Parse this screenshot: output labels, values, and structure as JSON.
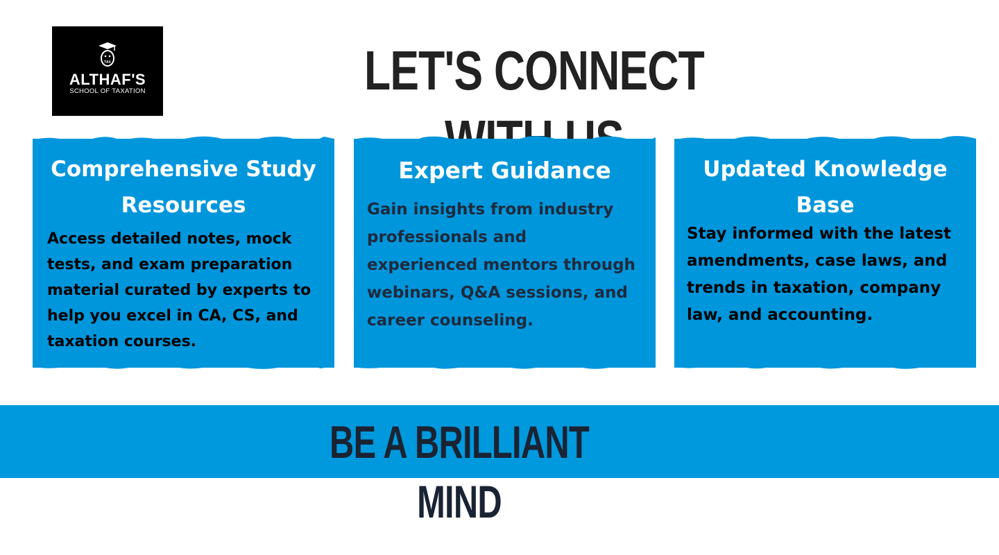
{
  "logo": {
    "brand": "ALTHAF'S",
    "tagline": "SCHOOL OF TAXATION",
    "badge_text": "TAX",
    "icon": "graduation-cap-icon"
  },
  "headline": "LET'S CONNECT WITH US",
  "cards": [
    {
      "title": "Comprehensive Study Resources",
      "body": "Access detailed notes, mock tests, and exam preparation material curated by experts to help you excel in CA, CS, and taxation courses."
    },
    {
      "title": "Expert Guidance",
      "body": "Gain insights from industry professionals and experienced mentors through webinars, Q&A sessions, and career counseling."
    },
    {
      "title": "Updated Knowledge Base",
      "body": "Stay informed with the latest amendments, case laws, and trends in taxation, company law, and accounting."
    }
  ],
  "banner": {
    "slogan": "BE A BRILLIANT MIND"
  },
  "colors": {
    "accent_blue": "#0096dc",
    "dark_text": "#222222",
    "logo_bg": "#000000"
  }
}
